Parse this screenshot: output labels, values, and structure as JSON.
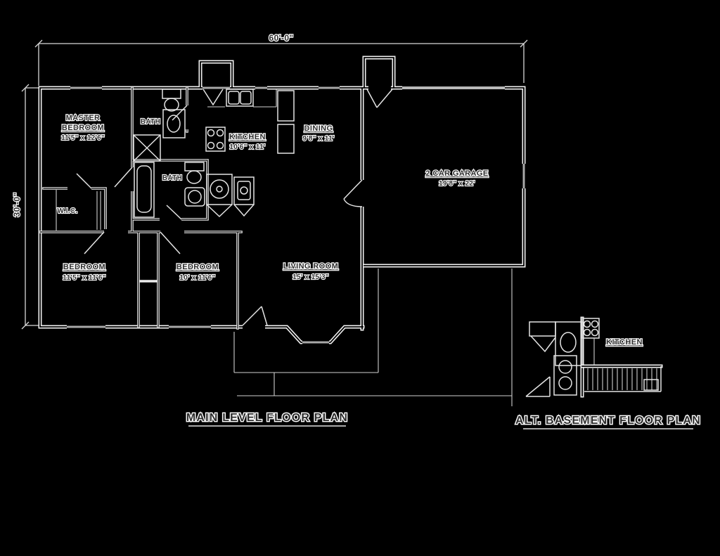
{
  "drawing": {
    "colors": {
      "background": "#000000",
      "line": "#f0f0f0",
      "text_fill": "#2d2d2d",
      "text_halo": "#ffffff",
      "window": "#a8a8a8"
    },
    "overall_dimensions": {
      "width": "60'-0\"",
      "height": "30'-0\""
    },
    "titles": {
      "main": "MAIN LEVEL FLOOR PLAN",
      "alt": "ALT. BASEMENT FLOOR PLAN"
    },
    "rooms": {
      "master_bedroom": {
        "line1": "MASTER",
        "line2": "BEDROOM",
        "dims": "11'5\" x 12'6\""
      },
      "bath_upper": {
        "name": "BATH"
      },
      "bath_lower": {
        "name": "BATH"
      },
      "kitchen": {
        "name": "KITCHEN",
        "dims": "10'6\" x 11'"
      },
      "dining": {
        "name": "DINING",
        "dims": "9'8\" x 11'"
      },
      "wic": {
        "name": "W.I.C."
      },
      "bedroom_left": {
        "name": "BEDROOM",
        "dims": "11'5\" x 11'6\""
      },
      "bedroom_middle": {
        "name": "BEDROOM",
        "dims": "10' x 11'6\""
      },
      "living_room": {
        "name": "LIVING ROOM",
        "dims": "15' x 15'3\""
      },
      "garage": {
        "name": "2 CAR GARAGE",
        "dims": "19'8\" x 22'"
      },
      "basement_kitchen": {
        "name": "KITCHEN"
      }
    }
  }
}
